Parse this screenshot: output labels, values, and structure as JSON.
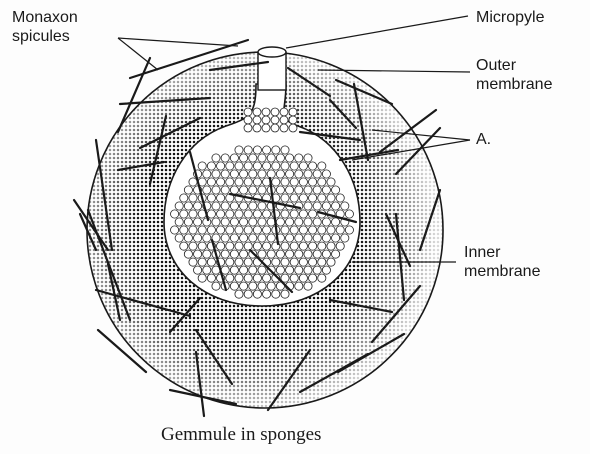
{
  "labels": {
    "monaxon_line1": "Monaxon",
    "monaxon_line2": "spicules",
    "micropyle": "Micropyle",
    "outer_line1": "Outer",
    "outer_line2": "membrane",
    "a": "A.",
    "inner_line1": "Inner",
    "inner_line2": "membrane"
  },
  "caption": "Gemmule in sponges",
  "colors": {
    "ink": "#1a1a1a",
    "shell_shade": "#6a6a6a",
    "background": "#fdfdfd"
  }
}
